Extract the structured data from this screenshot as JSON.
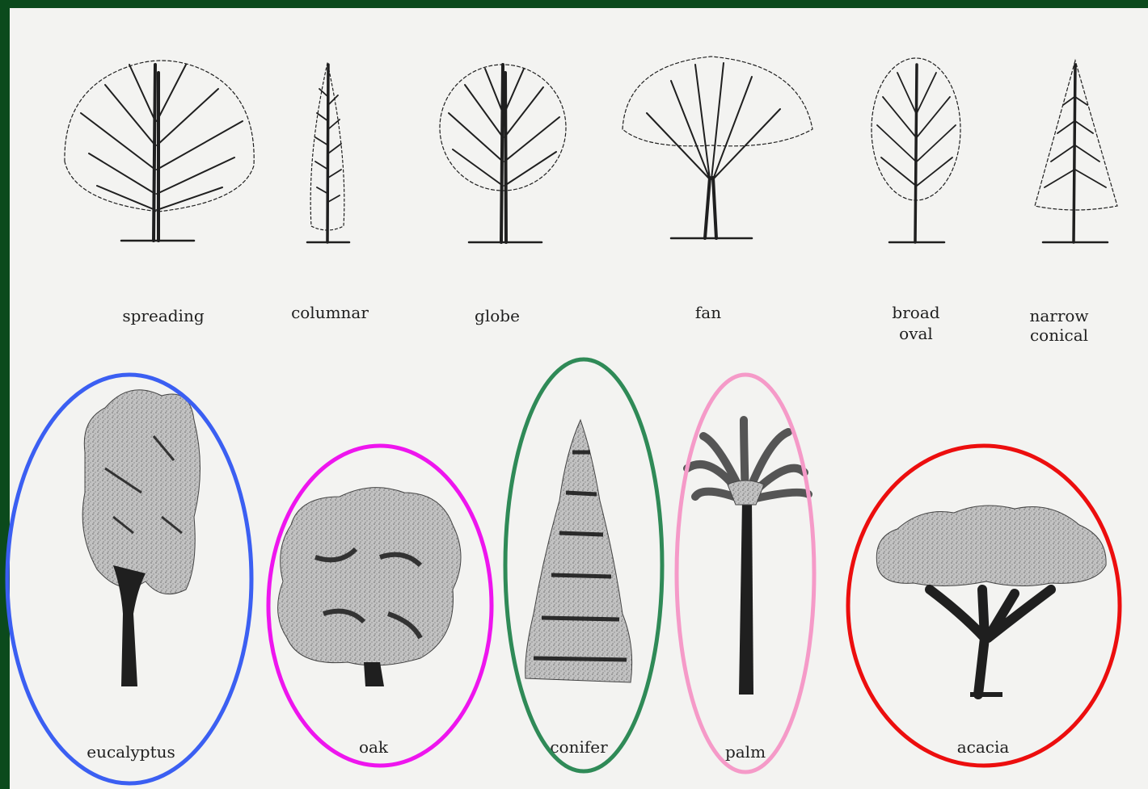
{
  "colors": {
    "frame": "#0b4a1c",
    "paper": "#f3f3f1",
    "ink": "#1f1f1f",
    "foliage": "#b9b9b9",
    "eucalyptus_ring": "#3b5ff2",
    "oak_ring": "#ee15ee",
    "conifer_ring": "#2f8a57",
    "palm_ring": "#f59ac8",
    "acacia_ring": "#ec0e0e"
  },
  "forms": [
    {
      "id": "spreading",
      "lines": [
        "spreading"
      ],
      "icon": "spreading-tree-icon"
    },
    {
      "id": "columnar",
      "lines": [
        "columnar"
      ],
      "icon": "columnar-tree-icon"
    },
    {
      "id": "globe",
      "lines": [
        "globe"
      ],
      "icon": "globe-tree-icon"
    },
    {
      "id": "fan",
      "lines": [
        "fan"
      ],
      "icon": "fan-tree-icon"
    },
    {
      "id": "broad-oval",
      "lines": [
        "broad",
        "oval"
      ],
      "icon": "broad-oval-tree-icon"
    },
    {
      "id": "narrow-conical",
      "lines": [
        "narrow",
        "conical"
      ],
      "icon": "narrow-conical-tree-icon"
    }
  ],
  "species": [
    {
      "id": "eucalyptus",
      "label": "eucalyptus",
      "icon": "eucalyptus-tree-icon",
      "ring": "eucalyptus_ring"
    },
    {
      "id": "oak",
      "label": "oak",
      "icon": "oak-tree-icon",
      "ring": "oak_ring"
    },
    {
      "id": "conifer",
      "label": "conifer",
      "icon": "conifer-tree-icon",
      "ring": "conifer_ring"
    },
    {
      "id": "palm",
      "label": "palm",
      "icon": "palm-tree-icon",
      "ring": "palm_ring"
    },
    {
      "id": "acacia",
      "label": "acacia",
      "icon": "acacia-tree-icon",
      "ring": "acacia_ring"
    }
  ]
}
